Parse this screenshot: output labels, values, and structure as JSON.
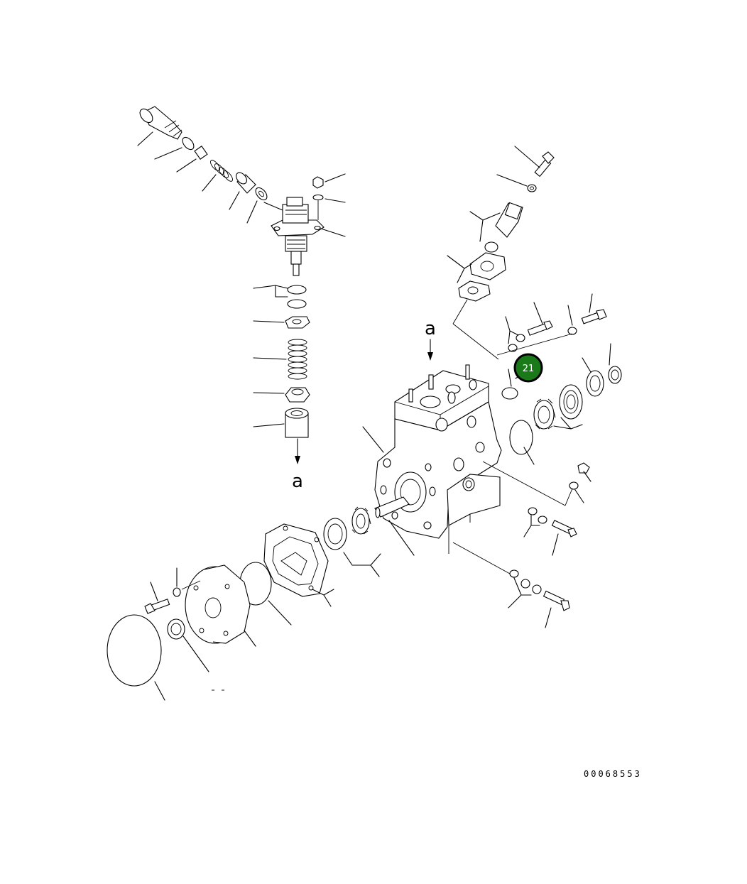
{
  "diagram": {
    "view_marker_top": "a",
    "view_marker_bottom": "a",
    "callouts": [
      {
        "label": "21",
        "color": "#1a7a1a",
        "border": "#000000"
      }
    ],
    "drawing_code": "00068553"
  }
}
